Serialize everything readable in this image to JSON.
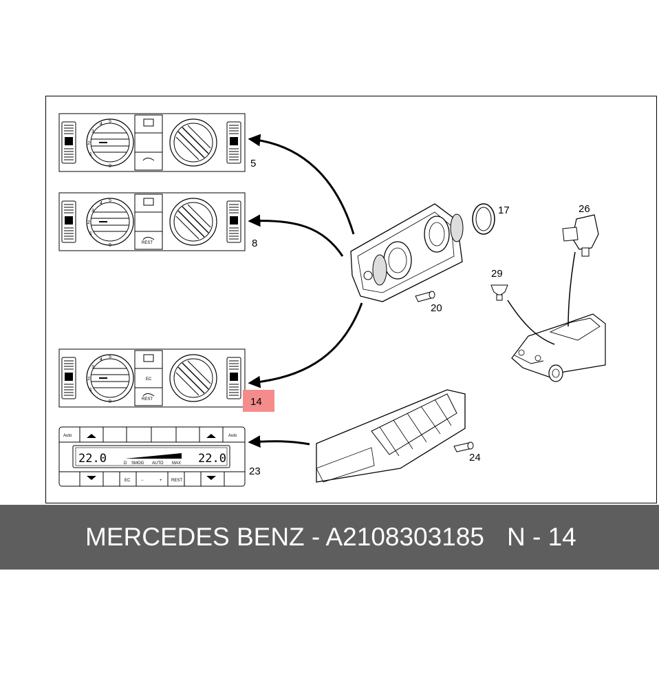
{
  "callouts": {
    "c5": "5",
    "c8": "8",
    "c14": "14",
    "c17": "17",
    "c20": "20",
    "c23": "23",
    "c24": "24",
    "c26": "26",
    "c29": "29"
  },
  "highlight_color": "#f58c8c",
  "panel_labels": {
    "dial_left_top": "5",
    "dial_left_4": "4",
    "dial_left_3": "3",
    "dial_left_2": "2",
    "dial_left_1": "1",
    "dial_left_0": "0",
    "ec": "EC",
    "rest": "REST"
  },
  "auto_panel": {
    "auto_left": "Auto",
    "auto_right": "Auto",
    "temp_left": "22.0",
    "temp_right": "22.0",
    "bar_d": "D",
    "bar_smog": "SMOG",
    "bar_auto": "AUTO",
    "bar_max": "MAX",
    "ec": "EC",
    "minus": "−",
    "plus": "+",
    "rest": "REST"
  },
  "footer": {
    "part_text": "MERCEDES BENZ - A2108303185",
    "position_text": "N - 14"
  }
}
